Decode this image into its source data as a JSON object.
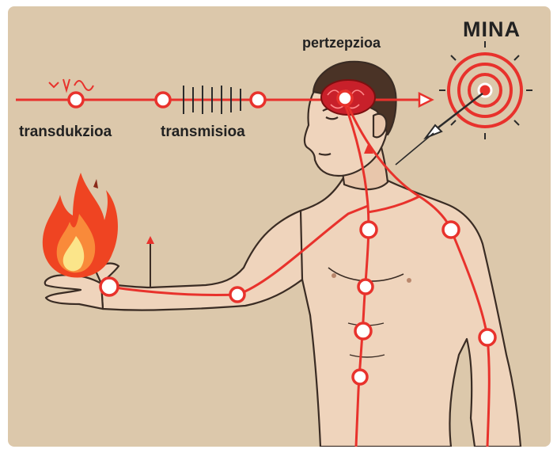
{
  "labels": {
    "transduction": "transdukzioa",
    "transmission": "transmisioa",
    "perception": "pertzepzioa",
    "pain": "MINA"
  },
  "colors": {
    "background": "#dcc8ab",
    "nerve_red": "#e8322c",
    "skin": "#efd4bc",
    "skin_shadow": "#d9b79a",
    "outline": "#3a2c24",
    "hair": "#4a3326",
    "flame_outer": "#ef4422",
    "flame_inner": "#fbd64a",
    "text": "#222222"
  },
  "icons": [
    "fire-icon",
    "brain-icon",
    "target-icon",
    "dart-icon",
    "signal-wave-icon",
    "impulse-train-icon"
  ]
}
